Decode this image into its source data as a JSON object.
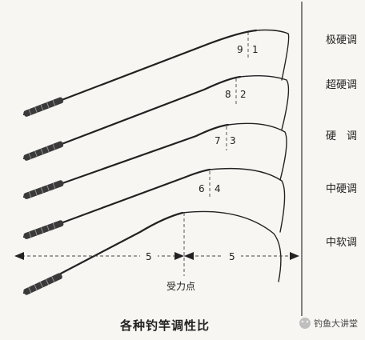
{
  "rods": [
    {
      "label": "极硬调",
      "ratio_left": "9",
      "ratio_right": "1"
    },
    {
      "label": "超硬调",
      "ratio_left": "8",
      "ratio_right": "2"
    },
    {
      "label": "硬　调",
      "ratio_left": "7",
      "ratio_right": "3"
    },
    {
      "label": "中硬调",
      "ratio_left": "6",
      "ratio_right": "4"
    },
    {
      "label": "中软调",
      "ratio_left": "",
      "ratio_right": ""
    }
  ],
  "dimension": {
    "left_value": "5",
    "right_value": "5",
    "point_label": "受力点"
  },
  "caption": "各种钓竿调性比",
  "watermark": "钓鱼大讲堂"
}
